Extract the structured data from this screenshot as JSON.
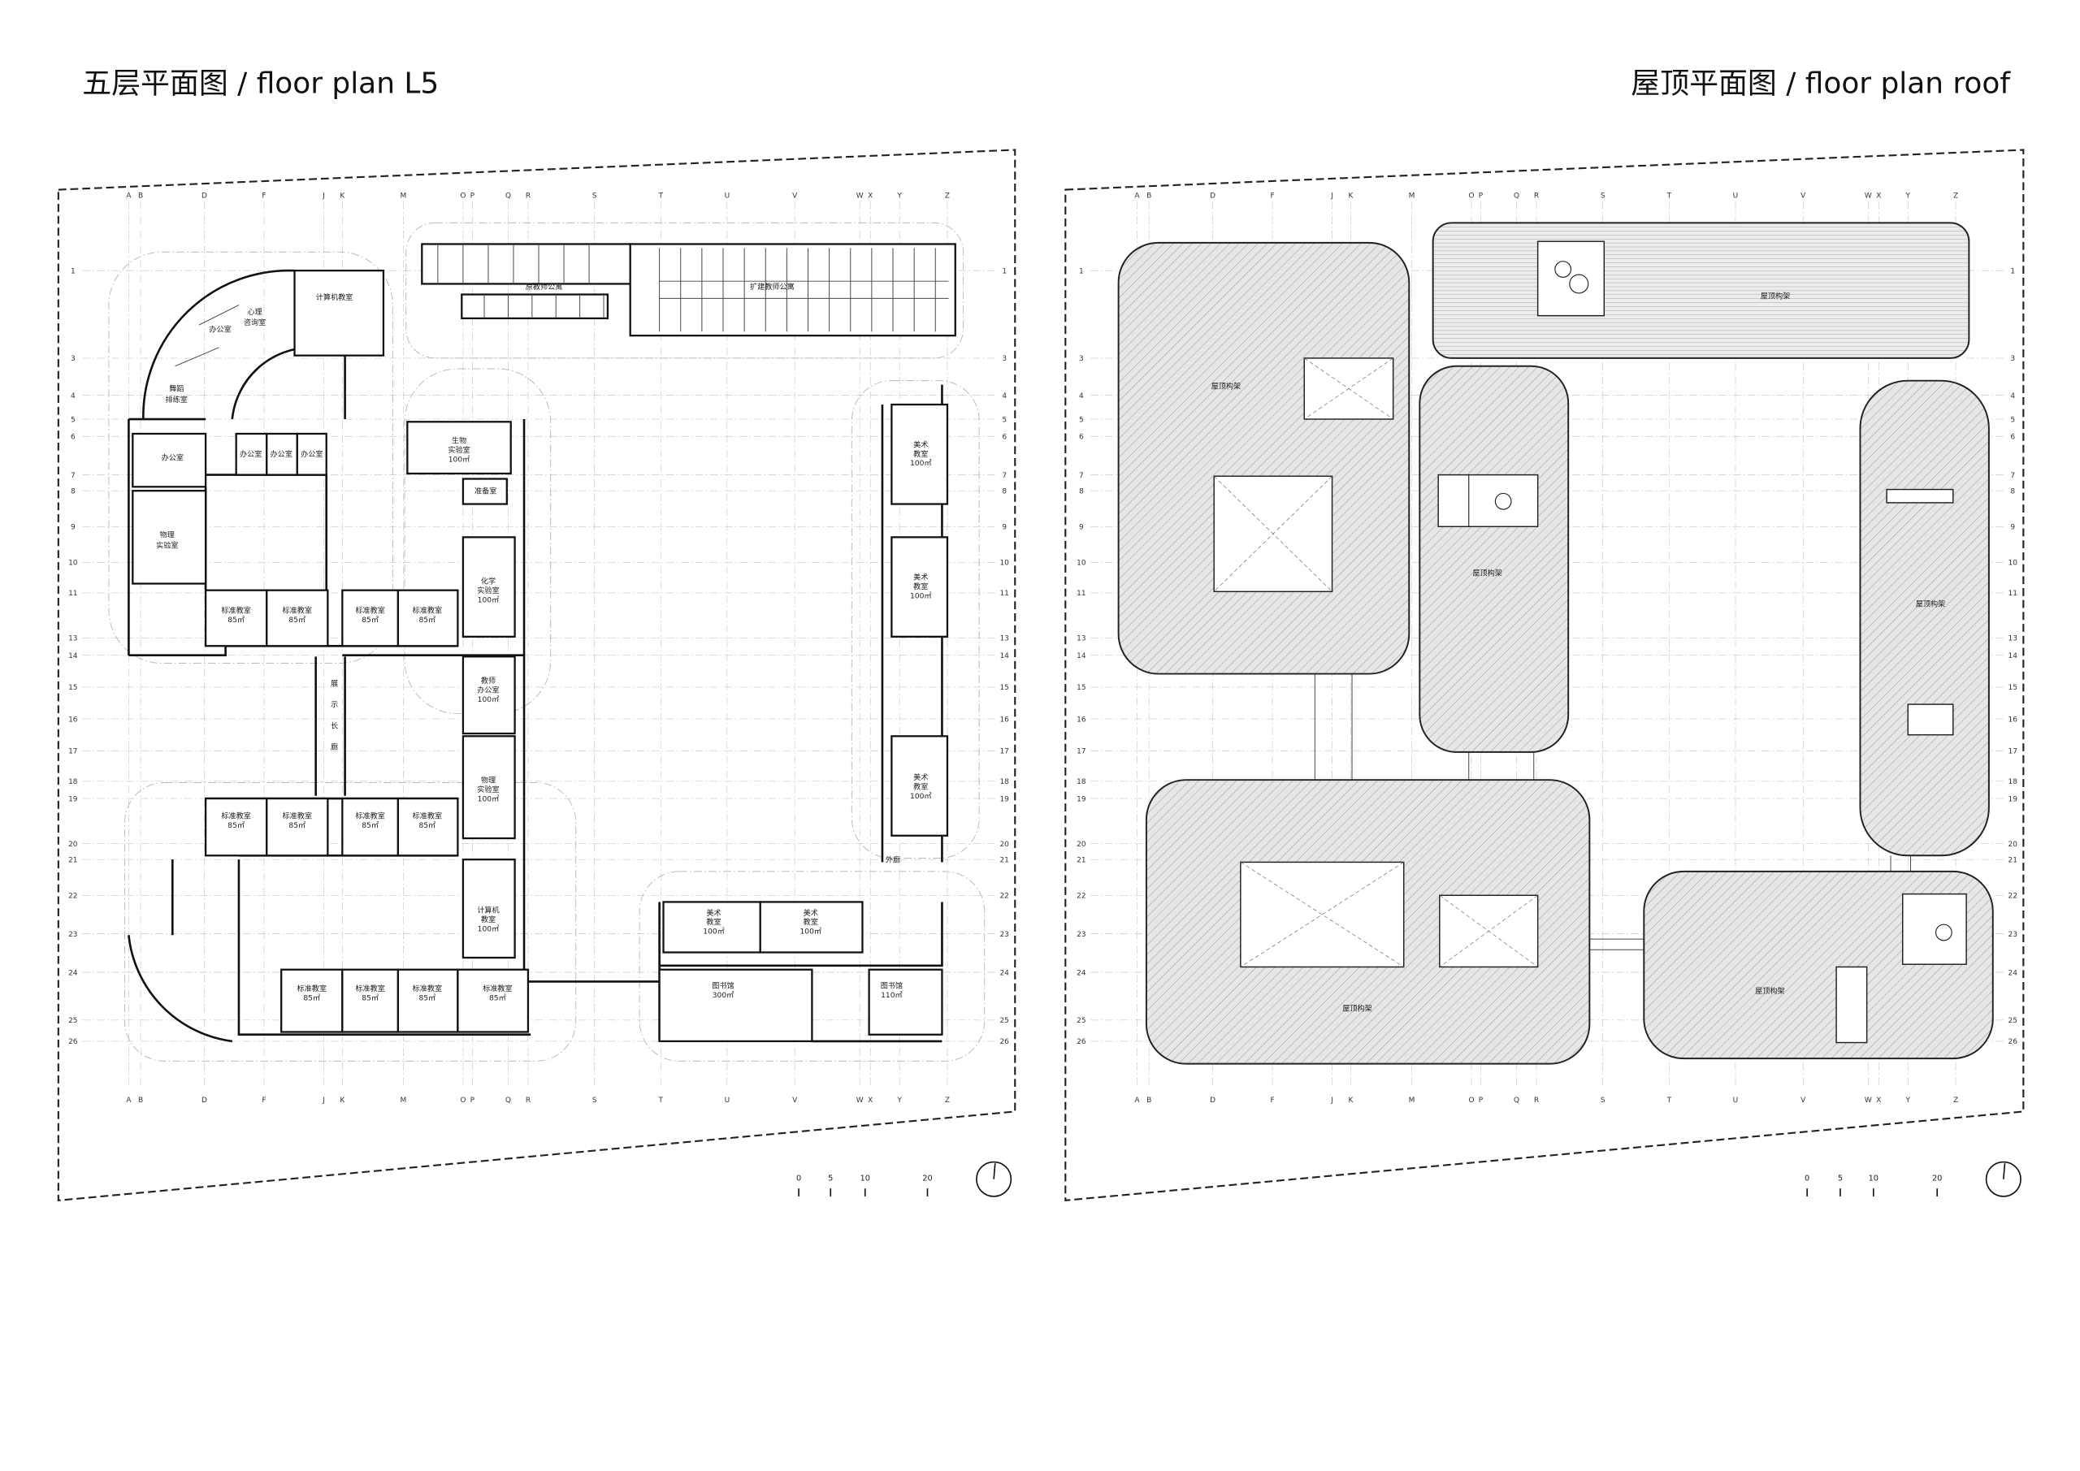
{
  "titles": {
    "l5": "五层平面图 / floor plan  L5",
    "roof": "屋顶平面图 / floor plan roof"
  },
  "grid": {
    "columns": [
      "A",
      "B",
      "D",
      "F",
      "J",
      "K",
      "M",
      "O",
      "P",
      "Q",
      "R",
      "S",
      "T",
      "U",
      "V",
      "W",
      "X",
      "Y",
      "Z"
    ],
    "rows": [
      "1",
      "3",
      "4",
      "5",
      "6",
      "7",
      "8",
      "9",
      "10",
      "11",
      "13",
      "14",
      "15",
      "16",
      "17",
      "18",
      "19",
      "20",
      "21",
      "22",
      "23",
      "24",
      "25",
      "26"
    ]
  },
  "l5_rooms": [
    {
      "lines": [
        "计算机教室"
      ]
    },
    {
      "lines": [
        "心理",
        "咨询室"
      ]
    },
    {
      "lines": [
        "办公室"
      ]
    },
    {
      "lines": [
        "舞蹈",
        "排练室"
      ]
    },
    {
      "lines": [
        "办公室"
      ]
    },
    {
      "lines": [
        "办公室"
      ]
    },
    {
      "lines": [
        "办公室"
      ]
    },
    {
      "lines": [
        "办公室"
      ]
    },
    {
      "lines": [
        "物理",
        "实验室"
      ]
    },
    {
      "lines": [
        "生物",
        "实验室",
        "100㎡"
      ]
    },
    {
      "lines": [
        "准备室"
      ]
    },
    {
      "lines": [
        "化学",
        "实验室",
        "100㎡"
      ]
    },
    {
      "lines": [
        "标准教室",
        "85㎡"
      ]
    },
    {
      "lines": [
        "标准教室",
        "85㎡"
      ]
    },
    {
      "lines": [
        "标准教室",
        "85㎡"
      ]
    },
    {
      "lines": [
        "标准教室",
        "85㎡"
      ]
    },
    {
      "lines": [
        "教师",
        "办公室",
        "100㎡"
      ]
    },
    {
      "lines": [
        "展",
        "示",
        "长",
        "廊"
      ]
    },
    {
      "lines": [
        "物理",
        "实验室",
        "100㎡"
      ]
    },
    {
      "lines": [
        "标准教室",
        "85㎡"
      ]
    },
    {
      "lines": [
        "标准教室",
        "85㎡"
      ]
    },
    {
      "lines": [
        "标准教室",
        "85㎡"
      ]
    },
    {
      "lines": [
        "标准教室",
        "85㎡"
      ]
    },
    {
      "lines": [
        "计算机",
        "教室",
        "100㎡"
      ]
    },
    {
      "lines": [
        "标准教室",
        "85㎡"
      ]
    },
    {
      "lines": [
        "标准教室",
        "85㎡"
      ]
    },
    {
      "lines": [
        "标准教室",
        "85㎡"
      ]
    },
    {
      "lines": [
        "标准教室",
        "85㎡"
      ]
    },
    {
      "lines": [
        "美术",
        "教室",
        "100㎡"
      ]
    },
    {
      "lines": [
        "美术",
        "教室",
        "100㎡"
      ]
    },
    {
      "lines": [
        "图书馆",
        "300㎡"
      ]
    },
    {
      "lines": [
        "图书馆",
        "110㎡"
      ]
    },
    {
      "lines": [
        "美术",
        "教室",
        "100㎡"
      ]
    },
    {
      "lines": [
        "美术",
        "教室",
        "100㎡"
      ]
    },
    {
      "lines": [
        "美术",
        "教室",
        "100㎡"
      ]
    },
    {
      "lines": [
        "原教师公寓"
      ]
    },
    {
      "lines": [
        "扩建教师公寓"
      ]
    },
    {
      "lines": [
        "外廊"
      ]
    }
  ],
  "roof_labels": [
    "屋顶构架",
    "屋顶构架",
    "屋顶构架",
    "屋顶构架",
    "屋顶构架",
    "屋顶构架"
  ],
  "scale_bar": [
    "0",
    "5",
    "10",
    "20"
  ]
}
